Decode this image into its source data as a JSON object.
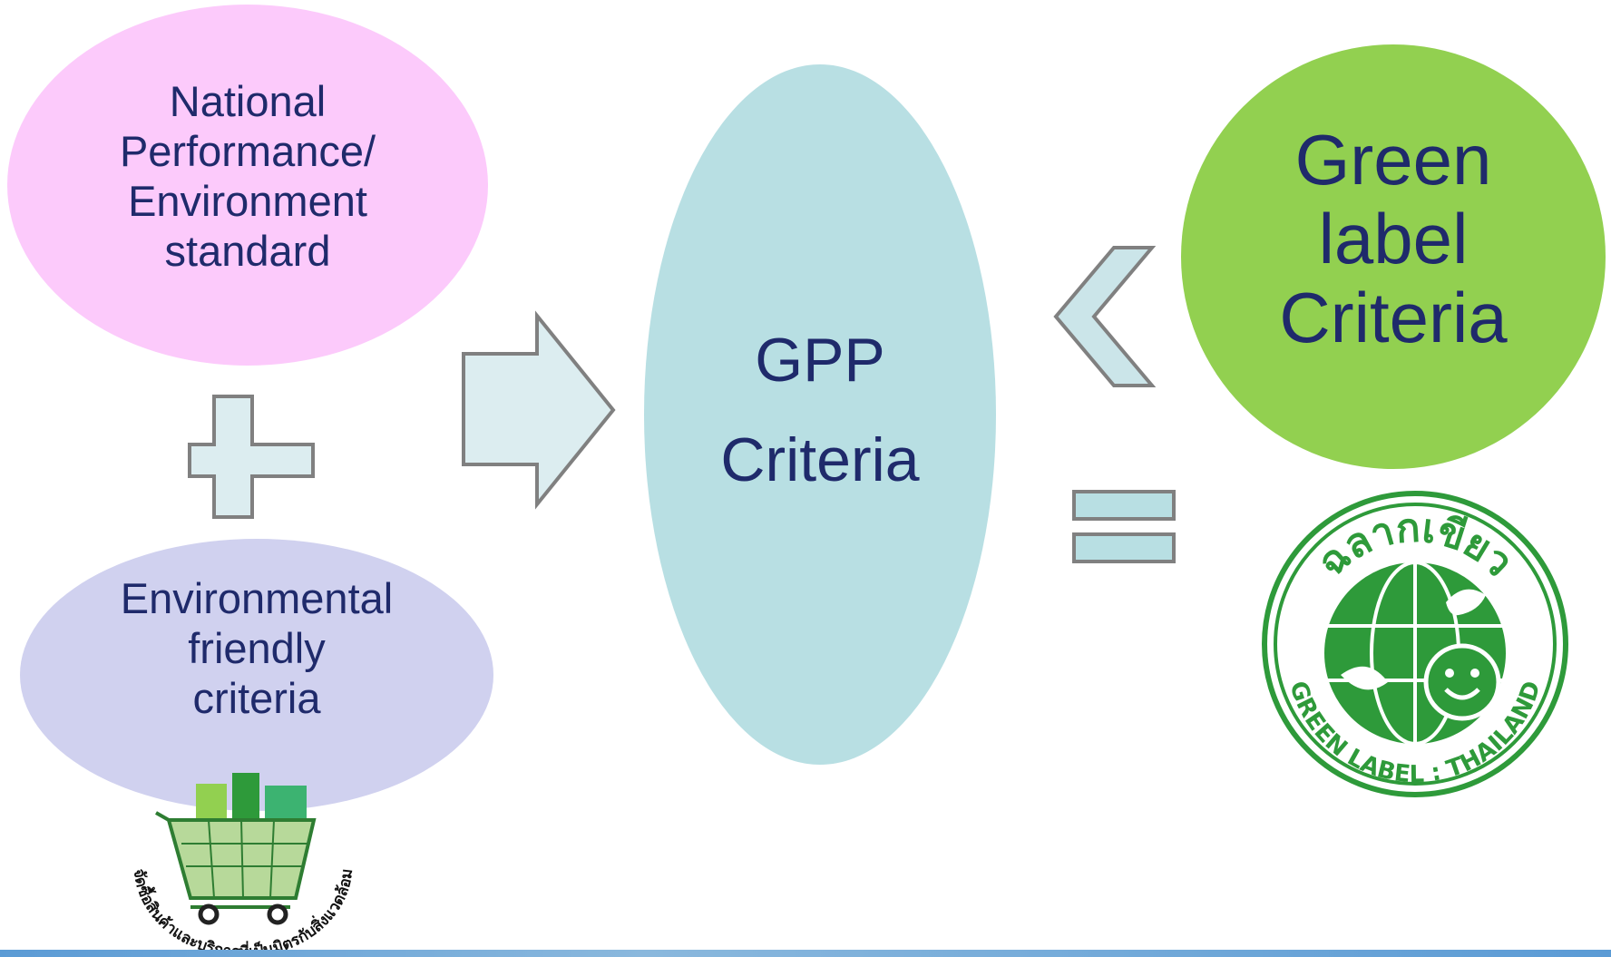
{
  "shapes": {
    "national": [
      "National",
      "Performance/",
      "Environment",
      "standard"
    ],
    "env_friendly": [
      "Environmental",
      "friendly",
      "criteria"
    ],
    "gpp": [
      "GPP",
      "Criteria"
    ],
    "green_label": [
      "Green",
      "label",
      "Criteria"
    ]
  },
  "logos": {
    "green_label_top": "ฉลากเขียว",
    "green_label_bottom": "GREEN LABEL : THAILAND",
    "cart_caption": "จัดซื้อสินค้าและบริการที่เป็นมิตรกับสิ่งแวดล้อม"
  },
  "colors": {
    "pink": "#fccafb",
    "lavender": "#d0d1ef",
    "light_blue": "#b8dfe3",
    "green": "#92d050",
    "text": "#1f2a6b",
    "logo_green": "#2e9a3a"
  }
}
